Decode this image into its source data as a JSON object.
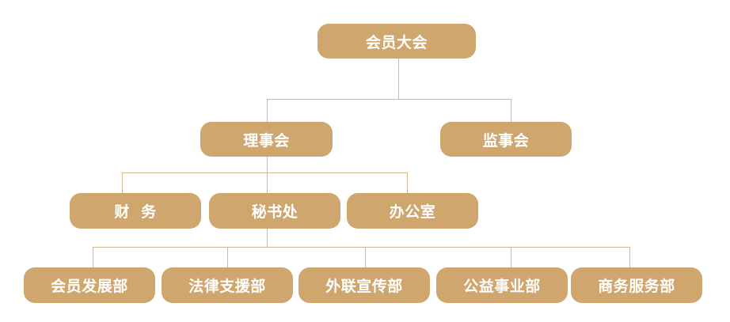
{
  "colors": {
    "node_fill": "#cfa66e",
    "node_text": "#ffffff",
    "connector": "#d4b98f",
    "background": "#ffffff"
  },
  "nodes": {
    "general_assembly": "会员大会",
    "board_of_directors": "理事会",
    "supervisory_board": "监事会",
    "finance": "财  务",
    "secretariat": "秘书处",
    "office": "办公室",
    "member_development": "会员发展部",
    "legal_support": "法律支援部",
    "external_publicity": "外联宣传部",
    "public_welfare": "公益事业部",
    "business_services": "商务服务部"
  }
}
